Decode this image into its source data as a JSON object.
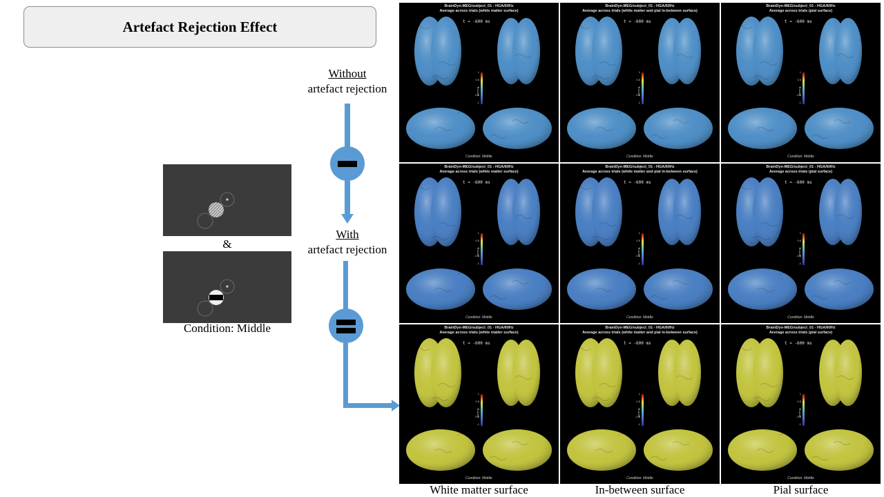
{
  "title": "Artefact Rejection Effect",
  "stimulus": {
    "ampersand": "&",
    "condition_label": "Condition: Middle"
  },
  "flow": {
    "without_heading": "Without",
    "without_text": "artefact rejection",
    "with_heading": "With",
    "with_text": "artefact rejection",
    "minus_symbol": "minus-sign",
    "equals_symbol": "equals-sign",
    "arrow_color": "#5b9bd5"
  },
  "columns": [
    "White matter surface",
    "In-between surface",
    "Pial surface"
  ],
  "panel_titles": [
    "BrainDyn-MEG/subject_01 - HGA/60Hz",
    "BrainDyn-MEG/subject_01 - HGA/60Hz",
    "BrainDyn-MEG/subject_01 - HGA/60Hz"
  ],
  "panel_subtitles": [
    "Average across trials (white matter surface)",
    "Average across trials (white matter and pial in-between surface)",
    "Average across trials (pial surface)"
  ],
  "panel_time": "t = -600 ms",
  "panel_condition": "Condition: Middle",
  "colorbar": {
    "ticks": [
      "1",
      "0.5",
      "0",
      "-0.5",
      "-1"
    ],
    "label": "z-score"
  },
  "rows": [
    "without_rejection",
    "with_rejection",
    "difference"
  ],
  "brain_colors": {
    "without_rejection": "#4f8fc6",
    "with_rejection": "#4a7fc2",
    "difference": "#c2c440"
  }
}
